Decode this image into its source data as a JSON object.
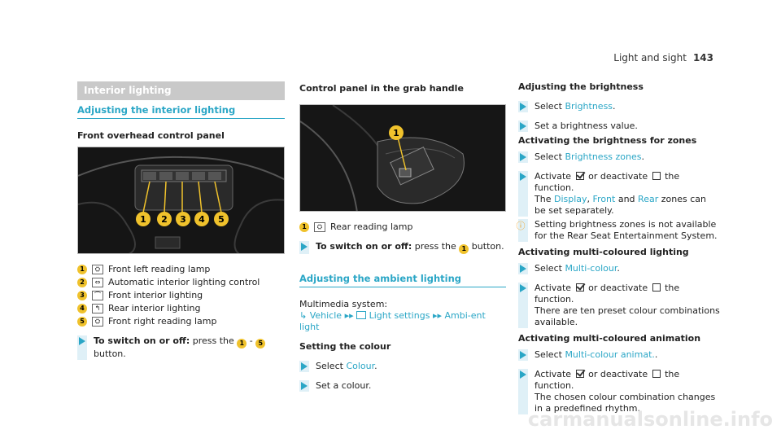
{
  "header": {
    "section": "Light and sight",
    "page": "143"
  },
  "col1": {
    "banner": "Interior lighting",
    "heading": "Adjusting the interior lighting",
    "subheading": "Front overhead control panel",
    "list": [
      {
        "n": "1",
        "icon": "reading-lamp-icon",
        "glyph": "⛭",
        "text": "Front left reading lamp"
      },
      {
        "n": "2",
        "icon": "auto-lighting-icon",
        "glyph": "⇔",
        "text": "Automatic interior lighting control"
      },
      {
        "n": "3",
        "icon": "front-interior-icon",
        "glyph": "⌒",
        "text": "Front interior lighting"
      },
      {
        "n": "4",
        "icon": "rear-interior-icon",
        "glyph": "↰",
        "text": "Rear interior lighting"
      },
      {
        "n": "5",
        "icon": "reading-lamp-icon",
        "glyph": "⛭",
        "text": "Front right reading lamp"
      }
    ],
    "step": {
      "bold": "To switch on or off:",
      "pre": "press the",
      "n1": "1",
      "mid": "-",
      "n2": "5",
      "post": "button."
    },
    "figure_callouts": [
      "1",
      "2",
      "3",
      "4",
      "5"
    ]
  },
  "col2": {
    "subheading": "Control panel in the grab handle",
    "figure_callout": "1",
    "item": {
      "n": "1",
      "glyph": "⛭",
      "text": "Rear reading lamp"
    },
    "step": {
      "bold": "To switch on or off:",
      "pre": "press the",
      "n": "1",
      "post": "button."
    },
    "heading": "Adjusting the ambient lighting",
    "path_intro": "Multimedia system:",
    "path": {
      "vehicle": "Vehicle",
      "light": "Light settings",
      "ambi": "Ambi-ent light"
    },
    "setting_heading": "Setting the colour",
    "steps": [
      {
        "pre": "Select",
        "link": "Colour",
        "post": "."
      },
      {
        "text": "Set a colour."
      }
    ]
  },
  "col3": {
    "h_brightness": "Adjusting the brightness",
    "b1": {
      "pre": "Select",
      "link": "Brightness",
      "post": "."
    },
    "b2": "Set a brightness value.",
    "h_zones": "Activating the brightness for zones",
    "z1": {
      "pre": "Select",
      "link": "Brightness zones",
      "post": "."
    },
    "z2": {
      "a": "Activate",
      "b": "or deactivate",
      "c": "the function.",
      "d": "The",
      "l1": "Display",
      "e": ",",
      "l2": "Front",
      "f": "and",
      "l3": "Rear",
      "g": "zones can be set separately."
    },
    "z_note": "Setting brightness zones is not available for the Rear Seat Entertainment System.",
    "h_multi": "Activating multi-coloured lighting",
    "m1": {
      "pre": "Select",
      "link": "Multi-colour",
      "post": "."
    },
    "m2": {
      "a": "Activate",
      "b": "or deactivate",
      "c": "the function.",
      "d": "There are ten preset colour combinations available."
    },
    "h_anim": "Activating multi-coloured animation",
    "a1": {
      "pre": "Select",
      "link": "Multi-colour animat.",
      "post": "."
    },
    "a2": {
      "a": "Activate",
      "b": "or deactivate",
      "c": "the function.",
      "d": "The chosen colour combination changes in a predefined rhythm."
    }
  },
  "watermark": "carmanualsonline.info"
}
